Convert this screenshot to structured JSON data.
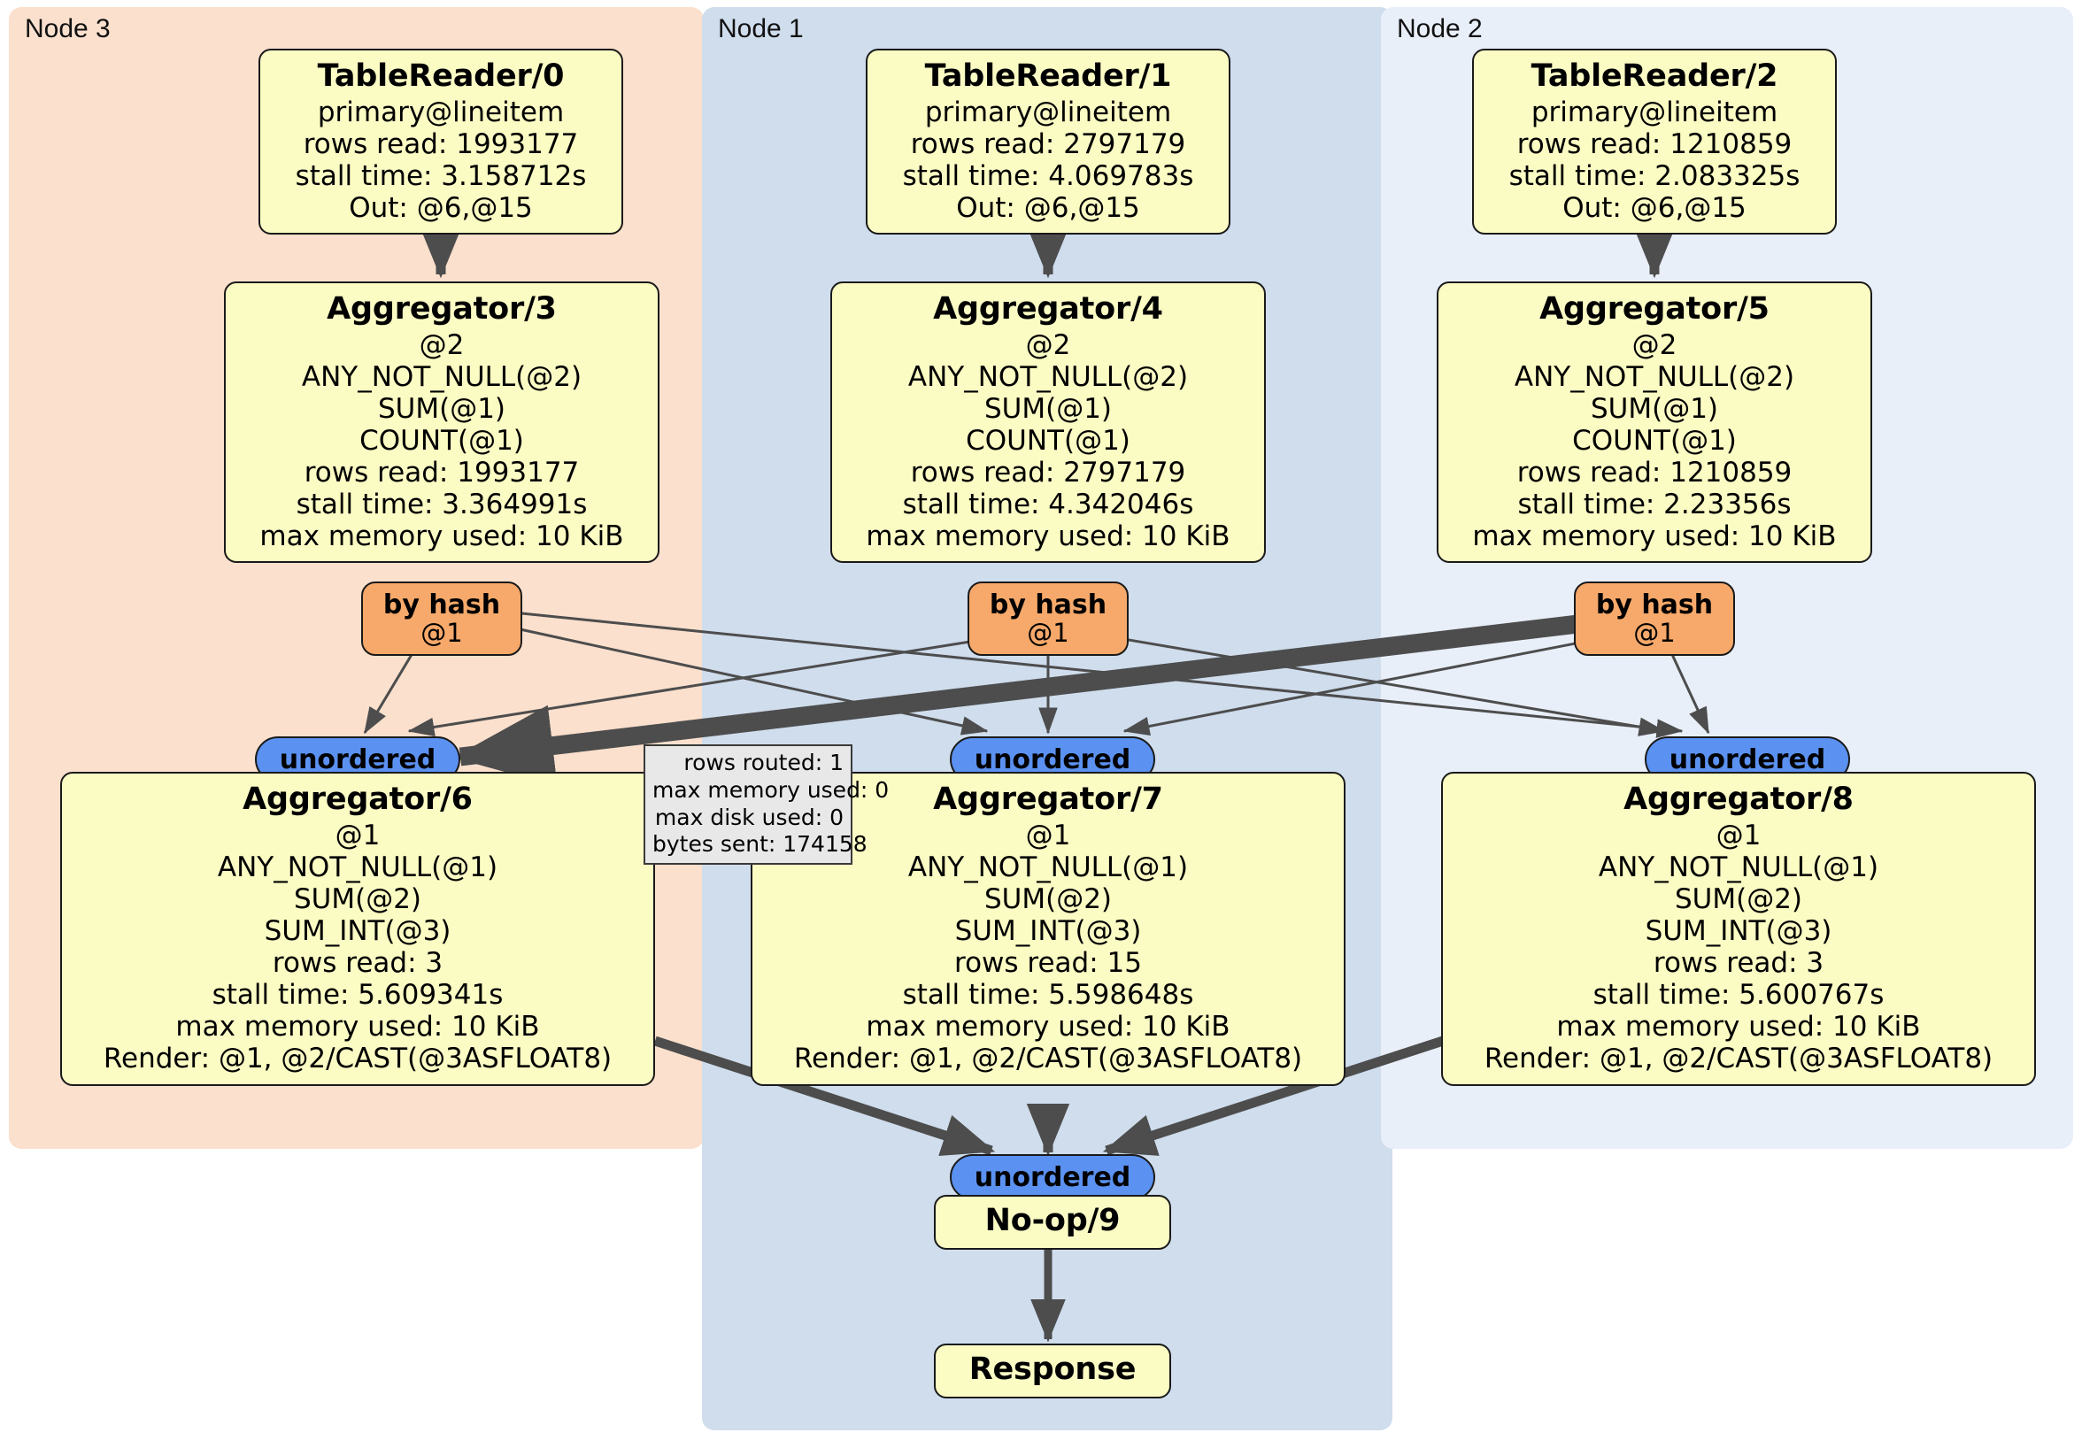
{
  "diagram": {
    "type": "distributed-query-execution-plan",
    "clusters": [
      {
        "id": "node3",
        "label": "Node 3",
        "color": "#fbe0cd"
      },
      {
        "id": "node1",
        "label": "Node 1",
        "color": "#cfdded"
      },
      {
        "id": "node2",
        "label": "Node 2",
        "color": "#e9eff9"
      }
    ],
    "colors": {
      "box_fill": "#fbfbc4",
      "box_stroke": "#1a1a1a",
      "hash_fill": "#f6a96a",
      "unordered_fill": "#5b91f0",
      "tooltip_fill": "#e8e8e8",
      "edge": "#4d4d4d",
      "node3_bg": "#fbe0cd",
      "node1_bg": "#cfdded",
      "node2_bg": "#e9eff9"
    },
    "processors": {
      "tablereader_0": {
        "title": "TableReader/0",
        "lines": [
          "primary@lineitem",
          "rows read: 1993177",
          "stall time: 3.158712s",
          "Out: @6,@15"
        ]
      },
      "tablereader_1": {
        "title": "TableReader/1",
        "lines": [
          "primary@lineitem",
          "rows read: 2797179",
          "stall time: 4.069783s",
          "Out: @6,@15"
        ]
      },
      "tablereader_2": {
        "title": "TableReader/2",
        "lines": [
          "primary@lineitem",
          "rows read: 1210859",
          "stall time: 2.083325s",
          "Out: @6,@15"
        ]
      },
      "aggregator_3": {
        "title": "Aggregator/3",
        "lines": [
          "@2",
          "ANY_NOT_NULL(@2)",
          "SUM(@1)",
          "COUNT(@1)",
          "rows read: 1993177",
          "stall time: 3.364991s",
          "max memory used: 10 KiB"
        ]
      },
      "aggregator_4": {
        "title": "Aggregator/4",
        "lines": [
          "@2",
          "ANY_NOT_NULL(@2)",
          "SUM(@1)",
          "COUNT(@1)",
          "rows read: 2797179",
          "stall time: 4.342046s",
          "max memory used: 10 KiB"
        ]
      },
      "aggregator_5": {
        "title": "Aggregator/5",
        "lines": [
          "@2",
          "ANY_NOT_NULL(@2)",
          "SUM(@1)",
          "COUNT(@1)",
          "rows read: 1210859",
          "stall time: 2.23356s",
          "max memory used: 10 KiB"
        ]
      },
      "aggregator_6": {
        "title": "Aggregator/6",
        "lines": [
          "@1",
          "ANY_NOT_NULL(@1)",
          "SUM(@2)",
          "SUM_INT(@3)",
          "rows read: 3",
          "stall time: 5.609341s",
          "max memory used: 10 KiB",
          "Render: @1, @2/CAST(@3ASFLOAT8)"
        ]
      },
      "aggregator_7": {
        "title": "Aggregator/7",
        "lines": [
          "@1",
          "ANY_NOT_NULL(@1)",
          "SUM(@2)",
          "SUM_INT(@3)",
          "rows read: 15",
          "stall time: 5.598648s",
          "max memory used: 10 KiB",
          "Render: @1, @2/CAST(@3ASFLOAT8)"
        ]
      },
      "aggregator_8": {
        "title": "Aggregator/8",
        "lines": [
          "@1",
          "ANY_NOT_NULL(@1)",
          "SUM(@2)",
          "SUM_INT(@3)",
          "rows read: 3",
          "stall time: 5.600767s",
          "max memory used: 10 KiB",
          "Render: @1, @2/CAST(@3ASFLOAT8)"
        ]
      },
      "noop_9": {
        "title": "No-op/9",
        "lines": []
      },
      "response": {
        "title": "Response",
        "lines": []
      }
    },
    "routers": {
      "hash_3": {
        "label": "by hash",
        "sub": "@1"
      },
      "hash_4": {
        "label": "by hash",
        "sub": "@1"
      },
      "hash_5": {
        "label": "by hash",
        "sub": "@1"
      }
    },
    "synchronizers": {
      "unordered_6": {
        "label": "unordered"
      },
      "unordered_7": {
        "label": "unordered"
      },
      "unordered_8": {
        "label": "unordered"
      },
      "unordered_9": {
        "label": "unordered"
      }
    },
    "stats_tooltip": {
      "lines": [
        "rows routed: 1",
        "max memory used: 0",
        "max disk used: 0",
        "bytes sent: 174158"
      ]
    }
  }
}
